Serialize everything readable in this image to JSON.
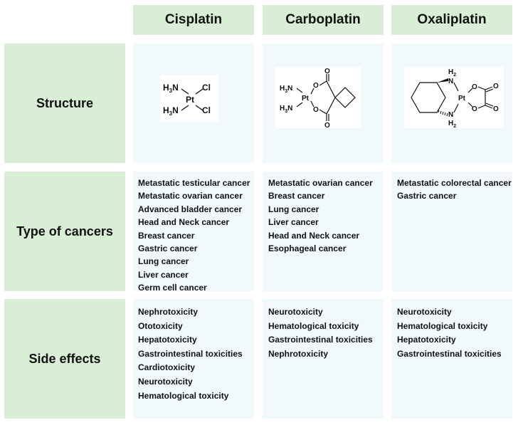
{
  "columns": [
    {
      "label": "Cisplatin"
    },
    {
      "label": "Carboplatin"
    },
    {
      "label": "Oxaliplatin"
    }
  ],
  "rows": {
    "structure": "Structure",
    "types": "Type of cancers",
    "side_effects": "Side effects"
  },
  "structure_labels": {
    "h3n": "H",
    "h3n_sub": "3",
    "n": "N",
    "pt": "Pt",
    "cl": "Cl",
    "o": "O",
    "h2": "H",
    "h2_sub": "2"
  },
  "cancer_types": {
    "cisplatin": [
      "Metastatic testicular cancer",
      "Metastatic ovarian cancer",
      "Advanced bladder cancer",
      "Head and Neck cancer",
      "Breast cancer",
      "Gastric cancer",
      "Lung cancer",
      "Liver cancer",
      "Germ cell cancer"
    ],
    "carboplatin": [
      "Metastatic ovarian cancer",
      "Breast cancer",
      "Lung cancer",
      "Liver cancer",
      "Head and Neck cancer",
      "Esophageal cancer"
    ],
    "oxaliplatin": [
      "Metastatic colorectal cancer",
      "Gastric cancer"
    ]
  },
  "side_effects": {
    "cisplatin": [
      "Nephrotoxicity",
      "Ototoxicity",
      "Hepatotoxicity",
      "Gastrointestinal toxicities",
      "Cardiotoxicity",
      "Neurotoxicity",
      "Hematological toxicity"
    ],
    "carboplatin": [
      "Neurotoxicity",
      "Hematological toxicity",
      "Gastrointestinal toxicities",
      "Nephrotoxicity"
    ],
    "oxaliplatin": [
      "Neurotoxicity",
      "Hematological toxicity",
      "Hepatotoxicity",
      "Gastrointestinal toxicities"
    ]
  },
  "colors": {
    "header_bg": "#d9efd5",
    "cell_bg": "#f1f9fc"
  }
}
